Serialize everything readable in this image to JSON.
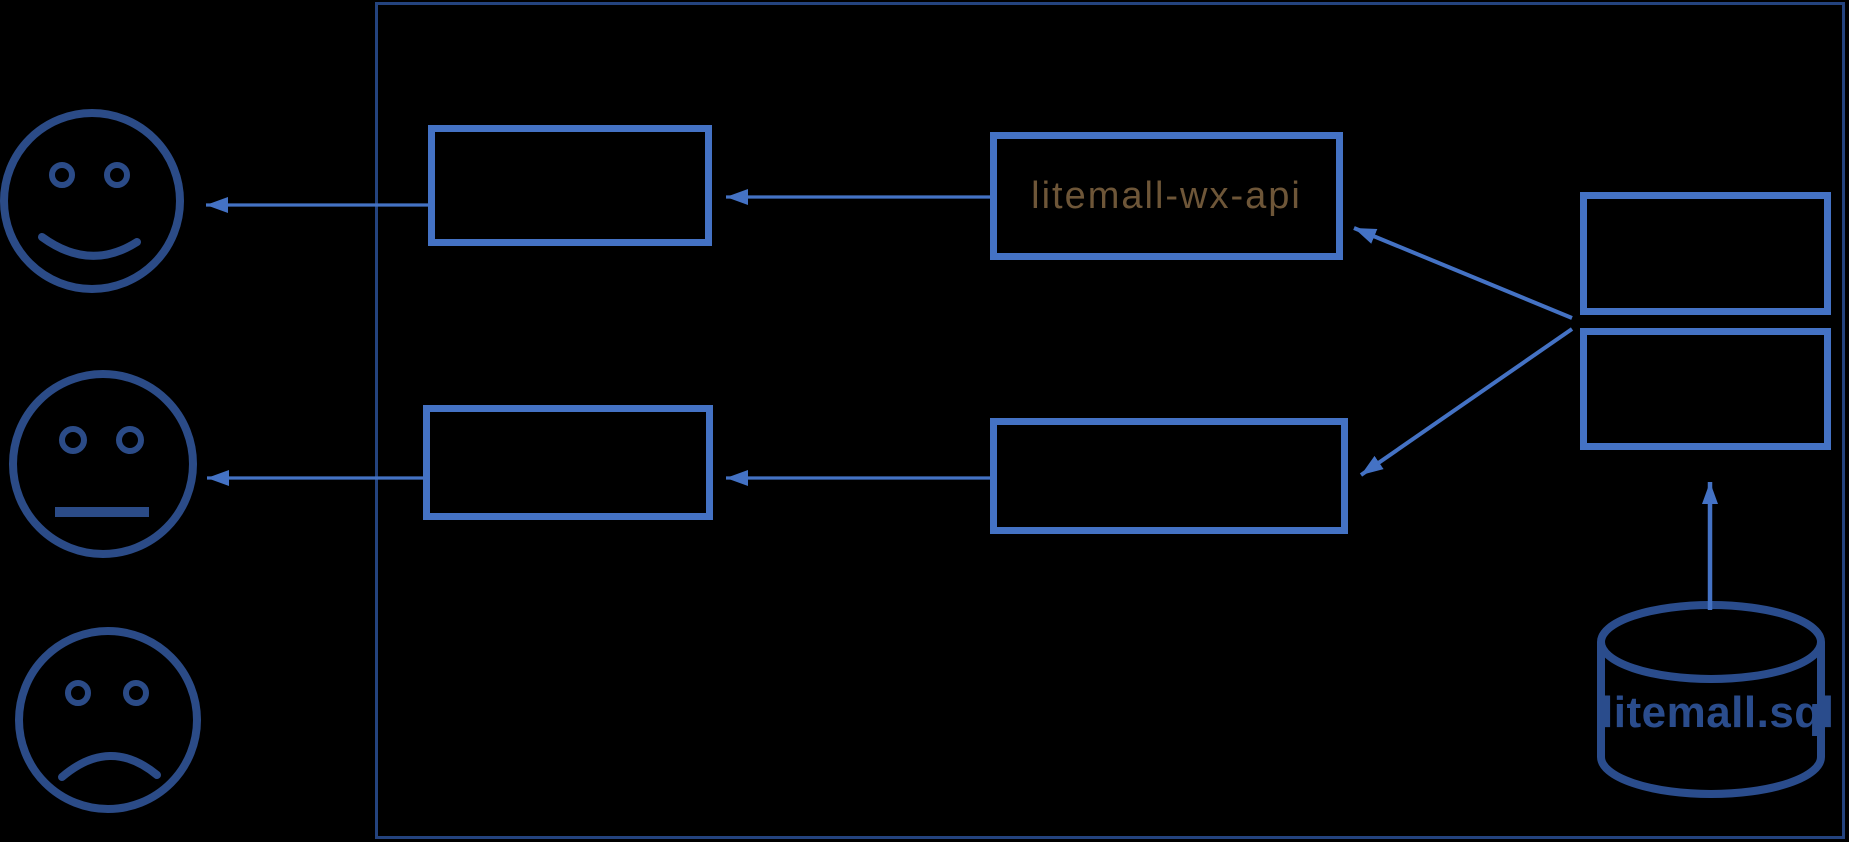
{
  "diagram": {
    "background": "#000000",
    "colors": {
      "boundary_border": "#24437e",
      "box_border": "#4472c4",
      "arrow": "#4472c4",
      "face": "#2b4b87",
      "database": "#2a4c8c",
      "wx_api_label": "#6e5638"
    },
    "boxes": [
      {
        "name": "box-left-top",
        "label": ""
      },
      {
        "name": "box-center-top",
        "label": "litemall-wx-api"
      },
      {
        "name": "box-left-middle",
        "label": ""
      },
      {
        "name": "box-center-middle",
        "label": ""
      },
      {
        "name": "box-right-top",
        "label": ""
      },
      {
        "name": "box-right-bottom",
        "label": ""
      }
    ],
    "database": {
      "label": "litemall.sql"
    },
    "faces": [
      "happy-face-icon",
      "neutral-face-icon",
      "sad-face-icon"
    ]
  }
}
